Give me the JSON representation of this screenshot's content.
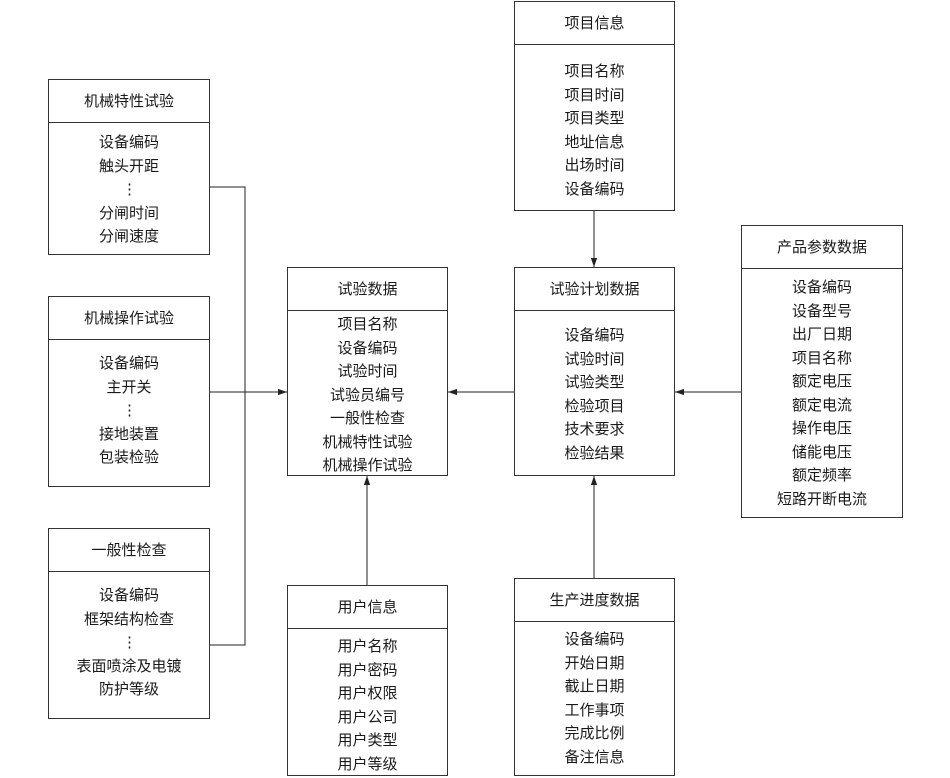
{
  "entities": {
    "mech_char_test": {
      "title": "机械特性试验",
      "fields": [
        "设备编码",
        "触头开距",
        "⋮",
        "分闸时间",
        "分闸速度"
      ]
    },
    "mech_op_test": {
      "title": "机械操作试验",
      "fields": [
        "设备编码",
        "主开关",
        "⋮",
        "接地装置",
        "包装检验"
      ]
    },
    "general_check": {
      "title": "一般性检查",
      "fields": [
        "设备编码",
        "框架结构检查",
        "⋮",
        "表面喷涂及电镀",
        "防护等级"
      ]
    },
    "test_data": {
      "title": "试验数据",
      "fields": [
        "项目名称",
        "设备编码",
        "试验时间",
        "试验员编号",
        "一般性检查",
        "机械特性试验",
        "机械操作试验"
      ]
    },
    "user_info": {
      "title": "用户信息",
      "fields": [
        "用户名称",
        "用户密码",
        "用户权限",
        "用户公司",
        "用户类型",
        "用户等级"
      ]
    },
    "project_info": {
      "title": "项目信息",
      "fields": [
        "项目名称",
        "项目时间",
        "项目类型",
        "地址信息",
        "出场时间",
        "设备编码"
      ]
    },
    "test_plan": {
      "title": "试验计划数据",
      "fields": [
        "设备编码",
        "试验时间",
        "试验类型",
        "检验项目",
        "技术要求",
        "检验结果"
      ]
    },
    "production": {
      "title": "生产进度数据",
      "fields": [
        "设备编码",
        "开始日期",
        "截止日期",
        "工作事项",
        "完成比例",
        "备注信息"
      ]
    },
    "product_params": {
      "title": "产品参数数据",
      "fields": [
        "设备编码",
        "设备型号",
        "出厂日期",
        "项目名称",
        "额定电压",
        "额定电流",
        "操作电压",
        "储能电压",
        "额定频率",
        "短路开断电流"
      ]
    }
  }
}
